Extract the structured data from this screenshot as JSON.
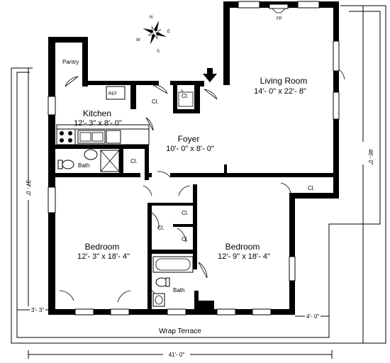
{
  "compass": {
    "n": "N",
    "s": "S",
    "e": "E",
    "w": "W"
  },
  "rooms": {
    "living": {
      "name": "Living Room",
      "dims": "14'- 0\" x 22'- 8\""
    },
    "kitchen": {
      "name": "Kitchen",
      "dims": "12'- 3\" x 8'- 0\""
    },
    "foyer": {
      "name": "Foyer",
      "dims": "10'- 0\" x 8'- 0\""
    },
    "bedroom_left": {
      "name": "Bedroom",
      "dims": "12'- 3\" x 18'- 4\""
    },
    "bedroom_right": {
      "name": "Bedroom",
      "dims": "12'- 9\" x 18'- 4\""
    }
  },
  "labels": {
    "pantry": "Pantry",
    "ref": "REF",
    "fp": "FP",
    "bath": "Bath",
    "closet": "Cl.",
    "terrace": "Wrap Terrace"
  },
  "dimensions": {
    "right_height": "46'- 0\"",
    "left_height": "37'- 0\"",
    "bottom_width": "41'- 0\"",
    "left_terrace": "3'- 3\"",
    "right_terrace": "4'- 0\""
  }
}
